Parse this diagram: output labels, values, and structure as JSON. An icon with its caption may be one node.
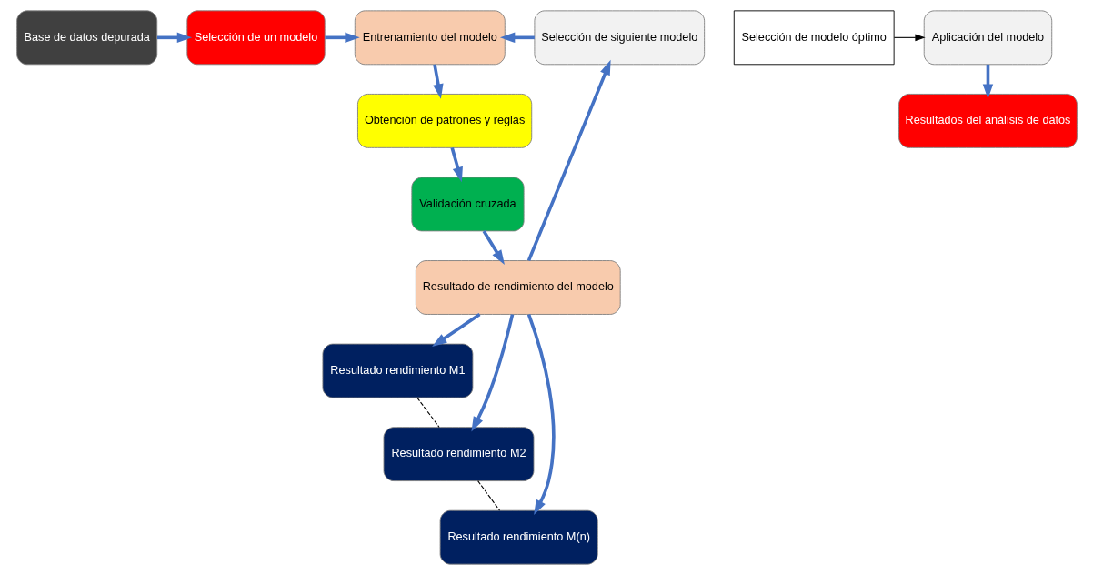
{
  "diagram": {
    "nodes": [
      {
        "text": [
          "Base de datos depurada"
        ]
      },
      {
        "text": [
          "Selección de un modelo"
        ]
      },
      {
        "text": [
          "Entrenamiento del modelo"
        ]
      },
      {
        "text": [
          "Selección de siguiente modelo"
        ]
      },
      {
        "text": [
          "Obtención de patrones y reglas"
        ]
      },
      {
        "text": [
          "Validación cruzada"
        ]
      },
      {
        "text": [
          "Resultado de rendimiento del modelo"
        ]
      },
      {
        "text": [
          "Selección de modelo óptimo"
        ]
      },
      {
        "text": [
          "Resultado rendimiento M1"
        ]
      },
      {
        "text": [
          "Resultado rendimiento M2"
        ]
      },
      {
        "text": [
          "Resultado rendimiento M(n)"
        ]
      },
      {
        "text": [
          "Aplicación del modelo"
        ]
      },
      {
        "text": [
          "Resultados del análisis de datos"
        ]
      }
    ],
    "edges": [
      {
        "from": 0,
        "to": 1,
        "arrow": "to"
      },
      {
        "from": 1,
        "to": 2,
        "arrow": "to"
      },
      {
        "from": 3,
        "to": 2,
        "arrow": "to"
      },
      {
        "from": 2,
        "to": 4,
        "arrow": "to"
      },
      {
        "from": 4,
        "to": 5,
        "arrow": "to"
      },
      {
        "from": 5,
        "to": 6,
        "arrow": "to"
      },
      {
        "from": 6,
        "to": 3,
        "arrow": "to"
      },
      {
        "from": 6,
        "to": 8,
        "arrow": "to"
      },
      {
        "from": 6,
        "to": 9,
        "arrow": "to"
      },
      {
        "from": 6,
        "to": 10,
        "arrow": "to"
      },
      {
        "from": 8,
        "to": 9,
        "arrow": "none",
        "style": "dashed",
        "color": "#000000"
      },
      {
        "from": 9,
        "to": 10,
        "arrow": "none",
        "style": "dashed",
        "color": "#000000"
      },
      {
        "from": 7,
        "to": 11,
        "arrow": "to",
        "color": "#000000"
      },
      {
        "from": 11,
        "to": 12,
        "arrow": "to"
      }
    ]
  }
}
